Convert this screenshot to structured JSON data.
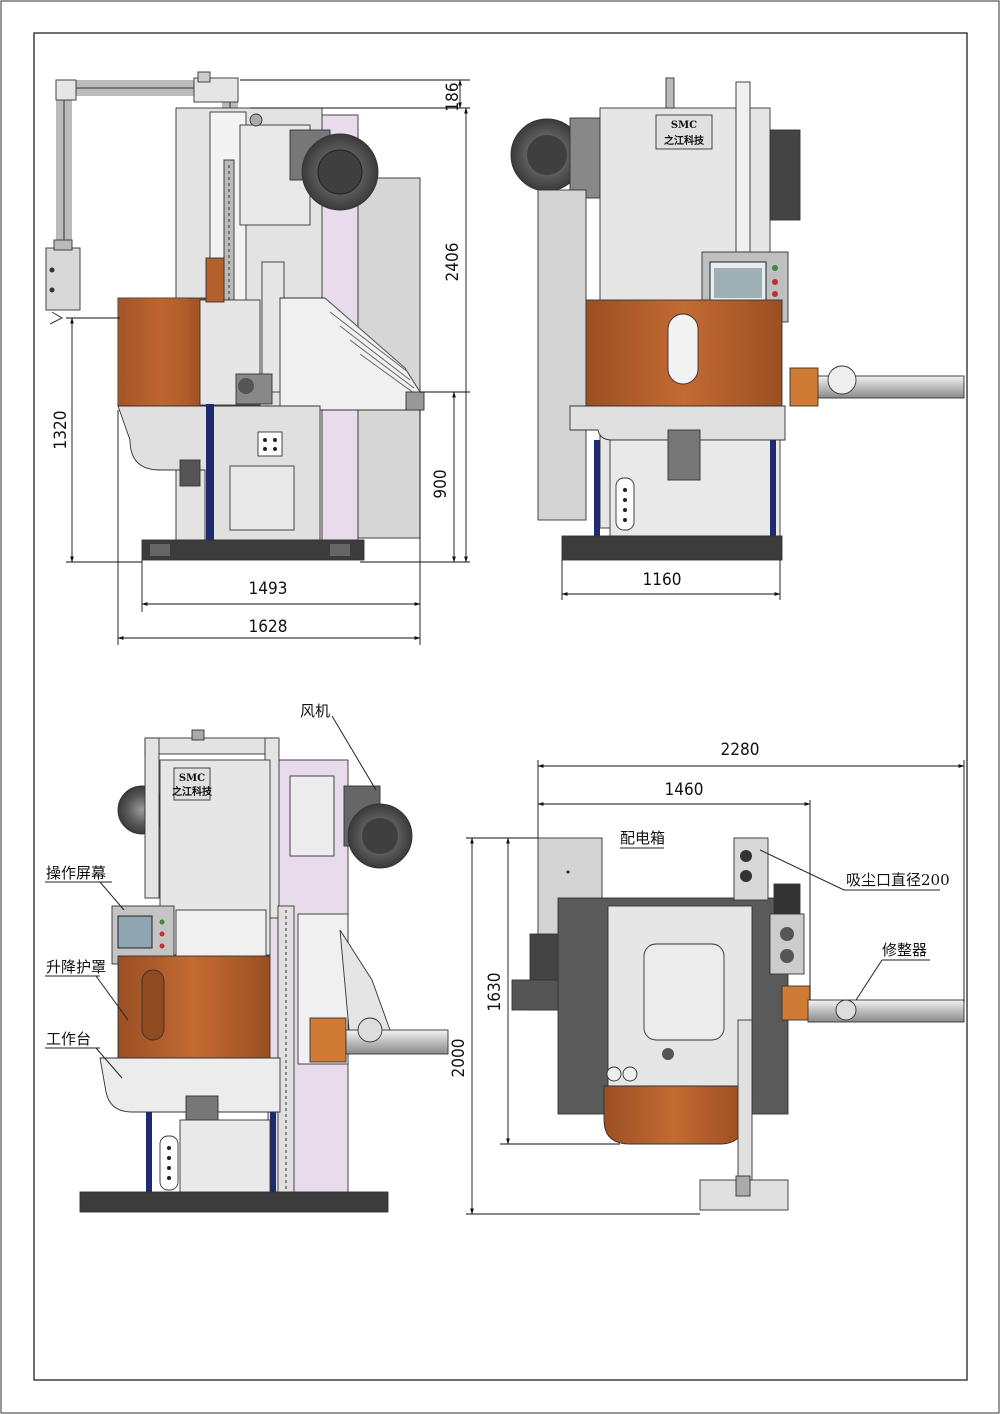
{
  "colors": {
    "frame_gray": "#d9d9d9",
    "light_gray": "#ececec",
    "dark_gray": "#5a5a5a",
    "copper": "#b4602c",
    "copper_dark": "#8f4a20",
    "lavender": "#e8dcec",
    "blue": "#1e2a70",
    "base": "#3c3c3c"
  },
  "views": {
    "side": {
      "dims": {
        "top": "186",
        "height": "2406",
        "left_height": "1320",
        "table_height": "900",
        "base_width": "1493",
        "total_width": "1628"
      }
    },
    "front": {
      "logo_top": "SMC",
      "logo_bottom": "之江科技",
      "dims": {
        "width": "1160"
      }
    },
    "iso": {
      "logo_top": "SMC",
      "logo_bottom": "之江科技",
      "labels": {
        "fan": "风机",
        "screen": "操作屏幕",
        "guard": "升降护罩",
        "table": "工作台"
      }
    },
    "top": {
      "labels": {
        "cabinet": "配电箱",
        "dust_port": "吸尘口直径200",
        "dresser": "修整器"
      },
      "dims": {
        "total_width": "2280",
        "body_width": "1460",
        "depth": "1630",
        "height": "2000"
      }
    }
  }
}
